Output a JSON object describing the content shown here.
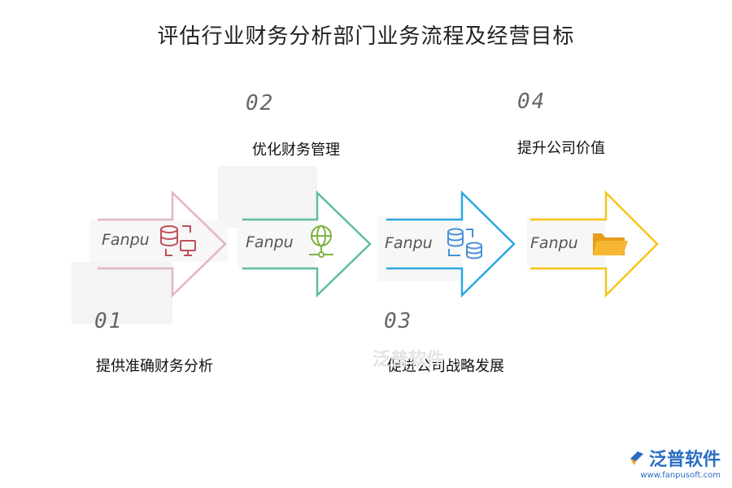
{
  "title": "评估行业财务分析部门业务流程及经营目标",
  "steps": [
    {
      "num": "01",
      "label": "提供准确财务分析",
      "tag": "Fanpu",
      "icon": "database-computer-icon",
      "color": "#e0b8bc"
    },
    {
      "num": "02",
      "label": "优化财务管理",
      "tag": "Fanpu",
      "icon": "network-globe-icon",
      "color": "#5fbf9a"
    },
    {
      "num": "03",
      "label": "促进公司战略发展",
      "tag": "Fanpu",
      "icon": "database-sync-icon",
      "color": "#29a9e0"
    },
    {
      "num": "04",
      "label": "提升公司价值",
      "tag": "Fanpu",
      "icon": "folder-icon",
      "color": "#f5c518"
    }
  ],
  "watermark": "泛普软件",
  "brand": {
    "name": "泛普软件",
    "url": "www.fanpusoft.com"
  }
}
